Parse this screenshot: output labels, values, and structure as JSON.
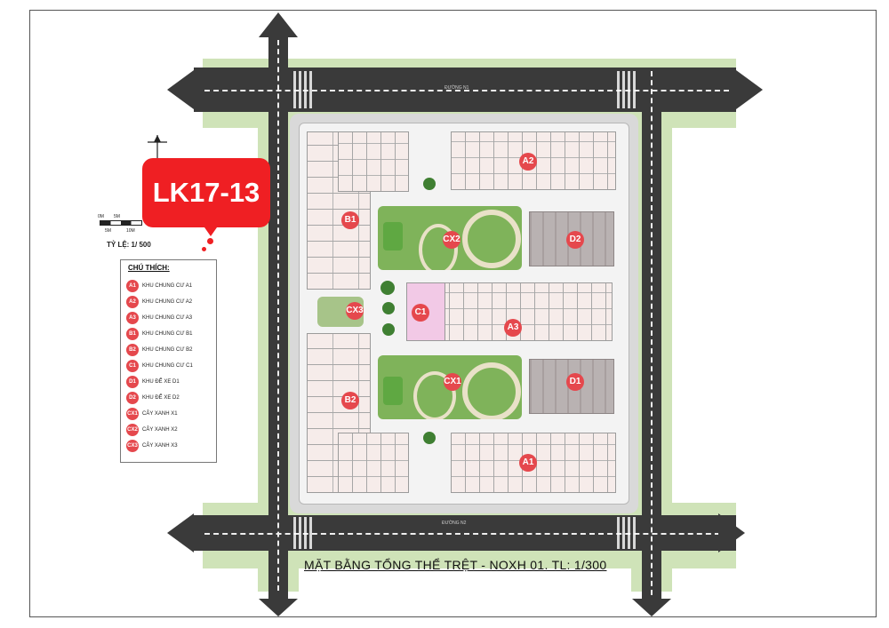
{
  "badge": {
    "label": "LK17-13"
  },
  "scale": {
    "label": "TỶ LỆ: 1/ 500",
    "marks": [
      "0M",
      "5M",
      "5M",
      "10M"
    ]
  },
  "legend": {
    "title": "CHÚ THÍCH:",
    "items": [
      {
        "code": "A1",
        "text": "KHU CHUNG CƯ A1"
      },
      {
        "code": "A2",
        "text": "KHU CHUNG CƯ A2"
      },
      {
        "code": "A3",
        "text": "KHU CHUNG CƯ A3"
      },
      {
        "code": "B1",
        "text": "KHU CHUNG CƯ B1"
      },
      {
        "code": "B2",
        "text": "KHU CHUNG CƯ B2"
      },
      {
        "code": "C1",
        "text": "KHU CHUNG CƯ C1"
      },
      {
        "code": "D1",
        "text": "KHU ĐỂ XE D1"
      },
      {
        "code": "D2",
        "text": "KHU ĐỂ XE D2"
      },
      {
        "code": "CX1",
        "text": "CÂY XANH X1"
      },
      {
        "code": "CX2",
        "text": "CÂY XANH X2"
      },
      {
        "code": "CX3",
        "text": "CÂY XANH X3"
      }
    ]
  },
  "map": {
    "markers": {
      "A1": "A1",
      "A2": "A2",
      "A3": "A3",
      "B1": "B1",
      "B2": "B2",
      "C1": "C1",
      "D1": "D1",
      "D2": "D2",
      "CX1": "CX1",
      "CX2": "CX2",
      "CX3": "CX3"
    },
    "streets": {
      "top": "ĐƯỜNG N1",
      "bottom": "ĐƯỜNG N2"
    }
  },
  "caption": "MẶT BẰNG TỔNG THỂ TRỆT - NOXH 01. TL: 1/300",
  "colors": {
    "badge": "#ef1f23",
    "marker": "#e5484d",
    "road": "#3a3a3a",
    "verge": "#cfe3b8",
    "apartment": "#f6ecea",
    "parking": "#b9b2b2",
    "c1": "#f2c9e6",
    "garden": "#7fb35a"
  }
}
